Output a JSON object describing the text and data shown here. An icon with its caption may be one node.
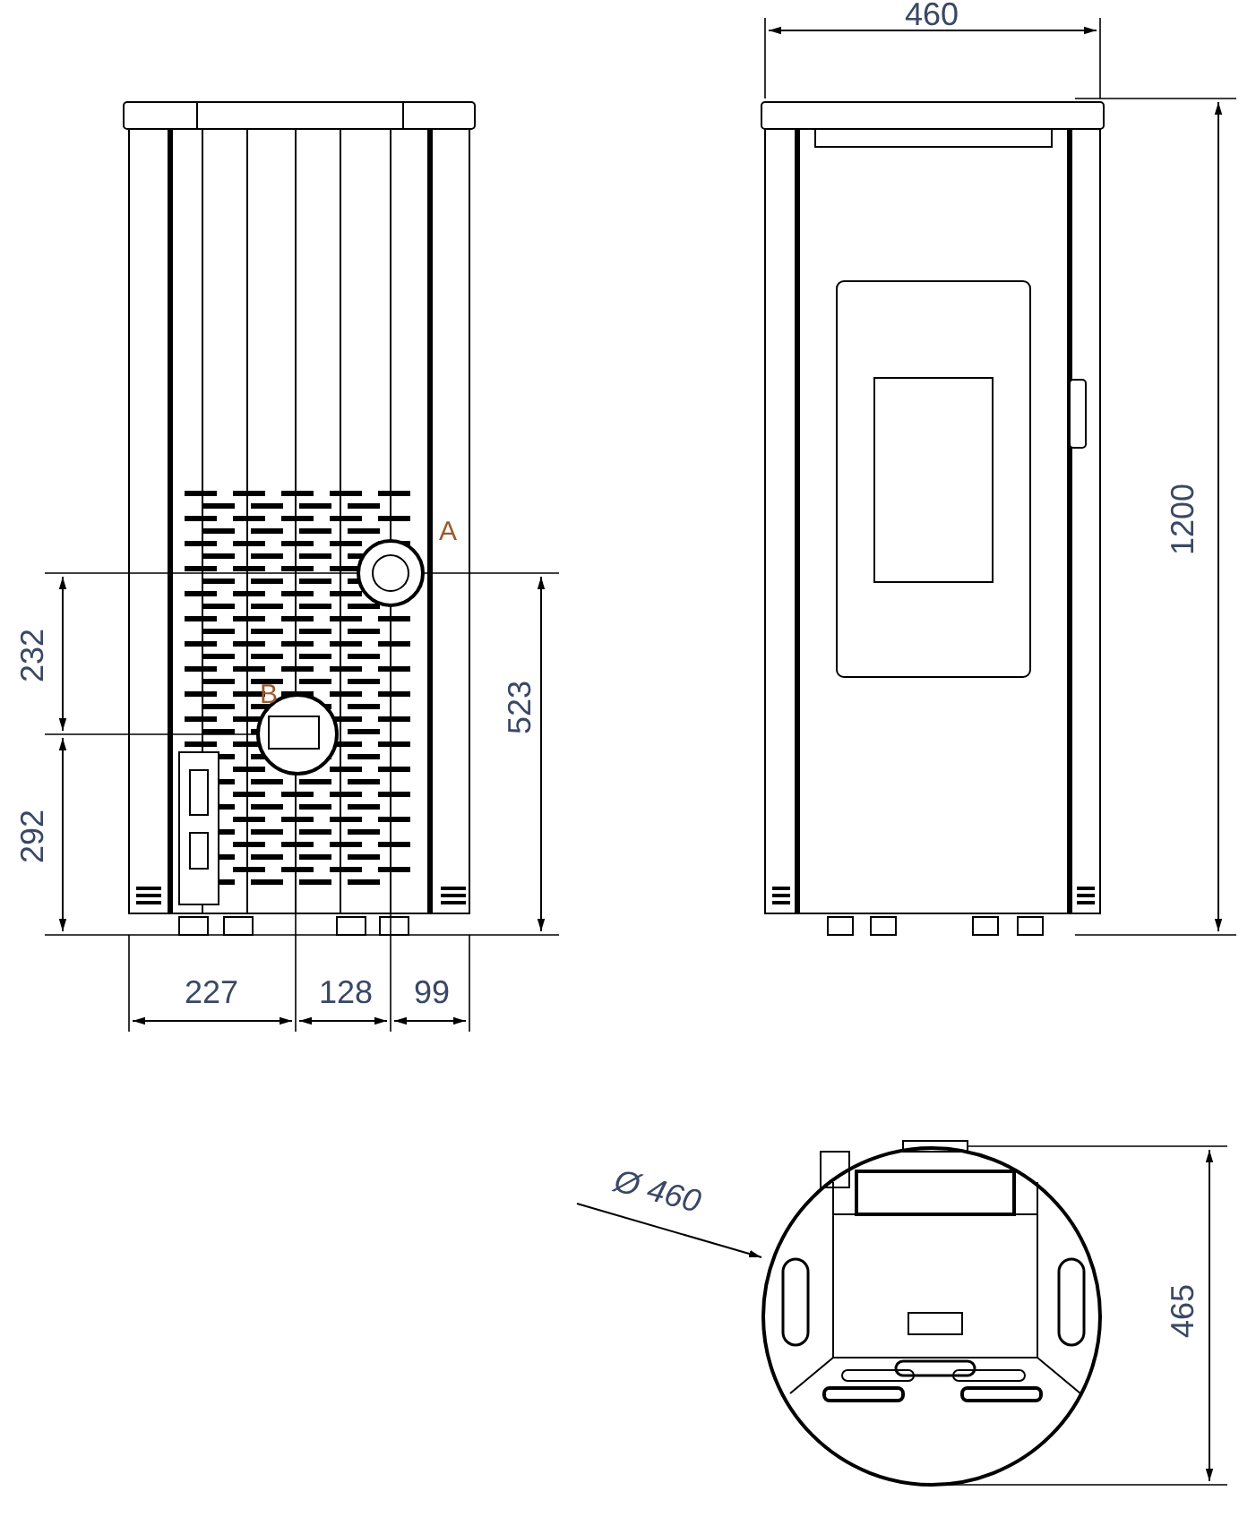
{
  "diagram": {
    "labels": [
      "460",
      "A",
      "232",
      "523",
      "1200",
      "B",
      "292",
      "227",
      "128",
      "99",
      "Ø 460",
      "465"
    ]
  }
}
